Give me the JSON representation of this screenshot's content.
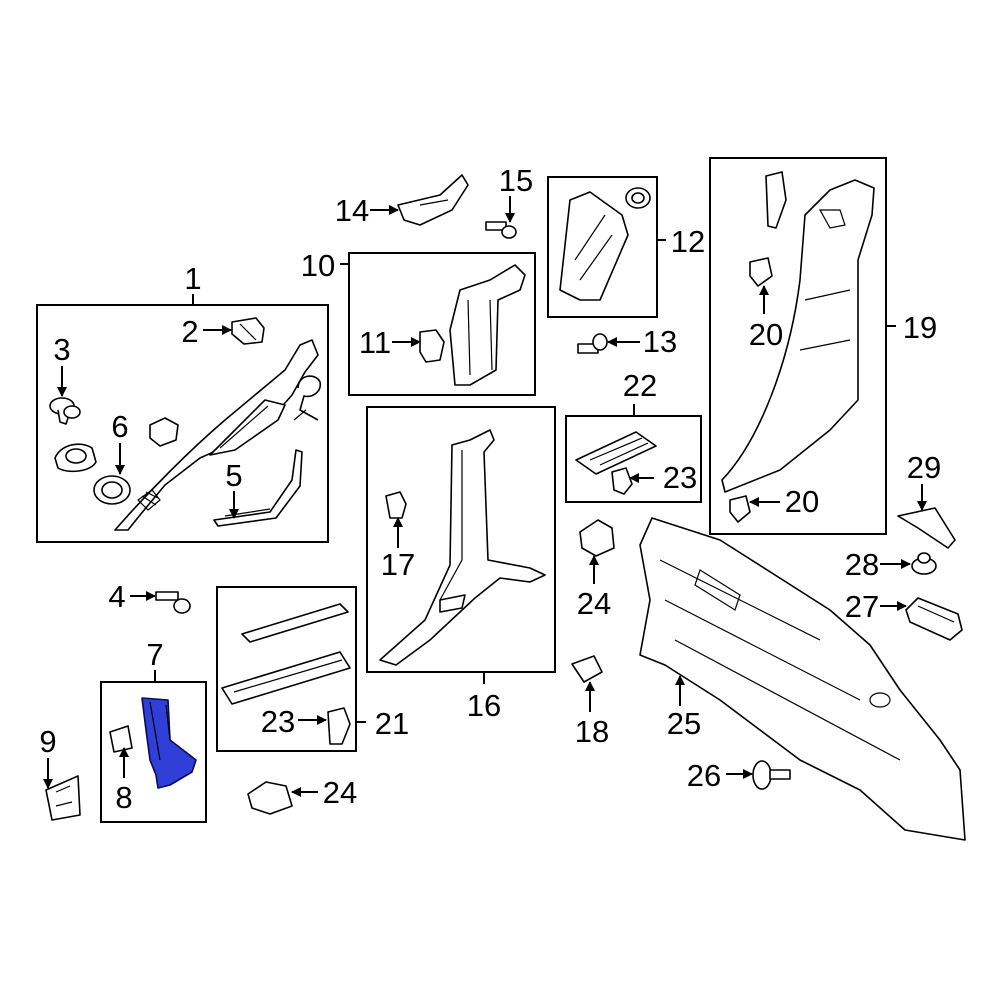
{
  "callouts": [
    "1",
    "2",
    "3",
    "4",
    "5",
    "6",
    "7",
    "8",
    "9",
    "10",
    "11",
    "12",
    "13",
    "14",
    "15",
    "16",
    "17",
    "18",
    "19",
    "20",
    "20",
    "21",
    "22",
    "23",
    "23",
    "24",
    "24",
    "25",
    "26",
    "27",
    "28",
    "29"
  ],
  "colors": {
    "highlight": "#2f3fd8",
    "line": "#000000",
    "background": "#ffffff"
  },
  "highlighted_part": "7"
}
